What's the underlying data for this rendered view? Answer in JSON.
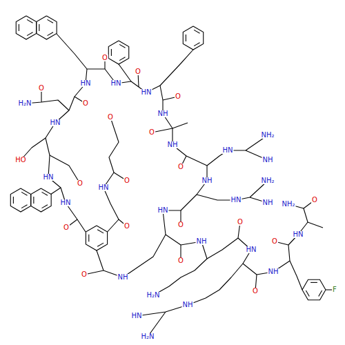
{
  "diagram": {
    "labels": [
      "O",
      "HN",
      "HN",
      "O",
      "HN",
      "O",
      "H₂N",
      "O",
      "O",
      "O",
      "HN",
      "NH",
      "O",
      "HO",
      "HN",
      "O",
      "NH",
      "O",
      "HN",
      "O",
      "HN",
      "O",
      "O",
      "HN",
      "O",
      "NH",
      "HN",
      "NH₂",
      "NH",
      "HN",
      "NH₂",
      "NH",
      "O",
      "NH",
      "O",
      "NH",
      "O",
      "HN",
      "H₂N",
      "NH",
      "HN",
      "H₂N",
      "O",
      "NH",
      "O",
      "HN",
      "O",
      "NH₂",
      "F"
    ]
  }
}
